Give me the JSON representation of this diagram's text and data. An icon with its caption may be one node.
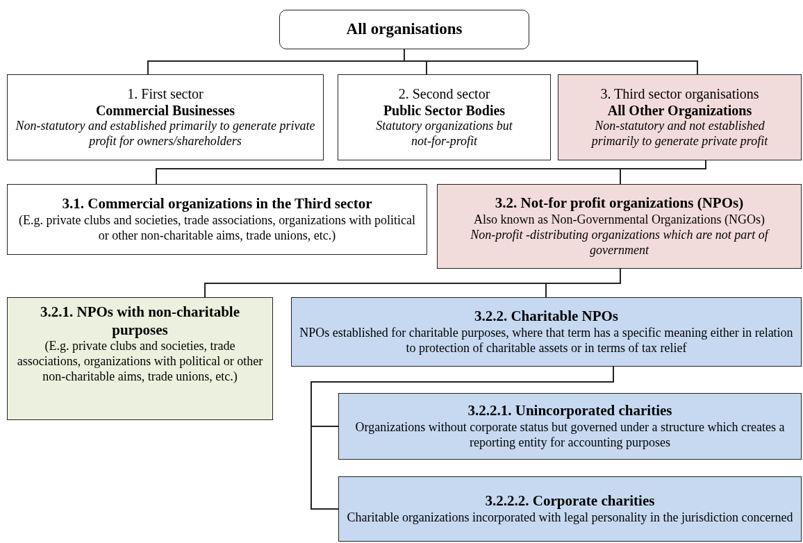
{
  "diagram": {
    "nodes": [
      {
        "text": [
          "All organisations"
        ]
      },
      {
        "text": [
          "1. First sector",
          "Commercial Businesses",
          "Non-statutory and established primarily to generate private profit for owners/shareholders"
        ]
      },
      {
        "text": [
          "2. Second sector",
          "Public Sector Bodies",
          "Statutory organizations but not-for-profit"
        ]
      },
      {
        "text": [
          "3. Third sector organisations",
          "All Other Organizations",
          "Non-statutory and not established primarily to generate private profit"
        ]
      },
      {
        "text": [
          "3.1. Commercial organizations in the Third sector",
          "(E.g. private clubs and societies, trade associations, organizations with political or other non-charitable aims, trade unions, etc.)"
        ]
      },
      {
        "text": [
          "3.2. Not-for profit organizations (NPOs)",
          "Also known as Non-Governmental Organizations (NGOs)",
          "Non-profit -distributing organizations which are not part of government"
        ]
      },
      {
        "text": [
          "3.2.1. NPOs with non-charitable purposes",
          "(E.g. private clubs and societies, trade associations, organizations with political or other non-charitable aims, trade unions, etc.)"
        ]
      },
      {
        "text": [
          "3.2.2. Charitable NPOs",
          "NPOs established for charitable purposes, where that term has a specific meaning either in relation to protection of charitable assets or in terms of tax relief"
        ]
      },
      {
        "text": [
          "3.2.2.1. Unincorporated charities",
          "Organizations without corporate status but governed under a structure which creates a reporting entity for accounting purposes"
        ]
      },
      {
        "text": [
          "3.2.2.2. Corporate charities",
          "Charitable organizations incorporated with legal personality in the jurisdiction concerned"
        ]
      }
    ],
    "edges": [
      {
        "from": 0,
        "to": 1,
        "arrow": "none"
      },
      {
        "from": 0,
        "to": 2,
        "arrow": "none"
      },
      {
        "from": 0,
        "to": 3,
        "arrow": "none"
      },
      {
        "from": 3,
        "to": 4,
        "arrow": "none"
      },
      {
        "from": 3,
        "to": 5,
        "arrow": "none"
      },
      {
        "from": 5,
        "to": 6,
        "arrow": "none"
      },
      {
        "from": 5,
        "to": 7,
        "arrow": "none"
      },
      {
        "from": 7,
        "to": 8,
        "arrow": "none"
      },
      {
        "from": 7,
        "to": 9,
        "arrow": "none"
      }
    ]
  }
}
